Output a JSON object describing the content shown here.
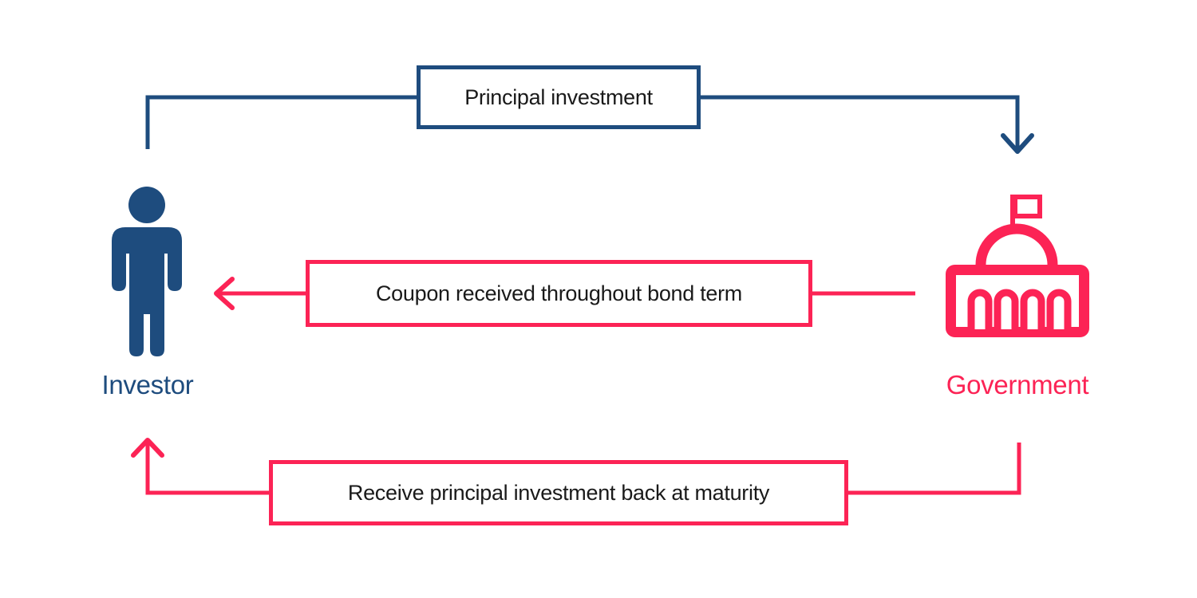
{
  "colors": {
    "blue": "#1E4C7E",
    "pink": "#FC2355",
    "text": "#1A1A1A",
    "background": "#FFFFFF"
  },
  "entities": {
    "investor": {
      "label": "Investor",
      "icon": "person-icon"
    },
    "government": {
      "label": "Government",
      "icon": "government-building-icon"
    }
  },
  "flows": [
    {
      "id": "principal",
      "label": "Principal investment",
      "from": "Investor",
      "to": "Government",
      "color_ref": "blue",
      "direction": "left-to-right"
    },
    {
      "id": "coupon",
      "label": "Coupon received throughout bond term",
      "from": "Government",
      "to": "Investor",
      "color_ref": "pink",
      "direction": "right-to-left"
    },
    {
      "id": "maturity",
      "label": "Receive principal investment back at maturity",
      "from": "Government",
      "to": "Investor",
      "color_ref": "pink",
      "direction": "right-to-left"
    }
  ]
}
